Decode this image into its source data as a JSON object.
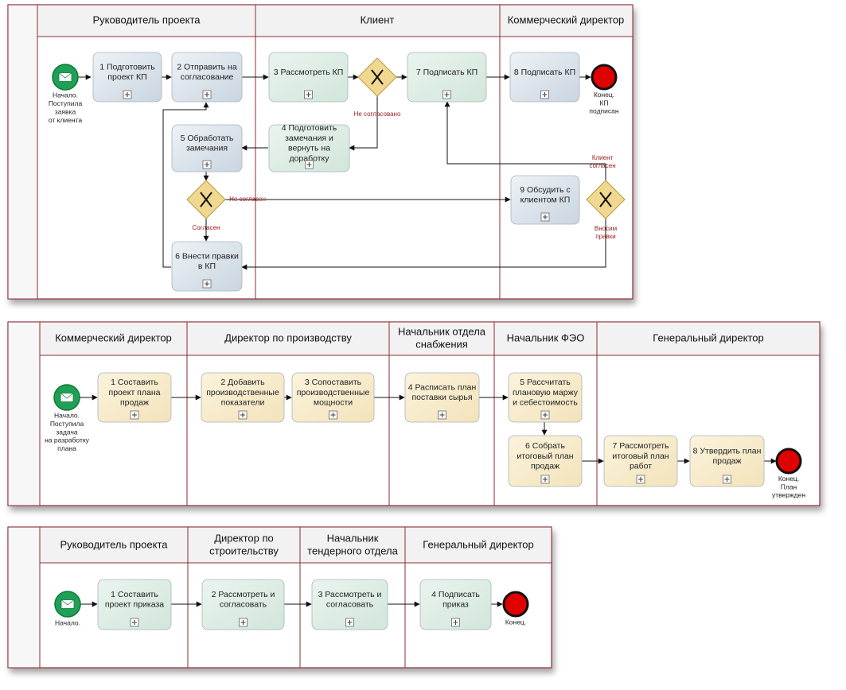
{
  "diagrams": [
    {
      "lanes": [
        "Руководитель проекта",
        "Клиент",
        "Коммерческий директор"
      ],
      "start_label": [
        "Начало.",
        "Поступила",
        "заявка",
        "от клиента"
      ],
      "end_label": [
        "Конец.",
        "КП",
        "подписан"
      ],
      "tasks": {
        "t1": [
          "1 Подготовить",
          "проект КП"
        ],
        "t2": [
          "2 Отправить на",
          "согласование"
        ],
        "t3": [
          "3 Рассмотреть КП"
        ],
        "t4": [
          "4 Подготовить",
          "замечания и",
          "вернуть на",
          "доработку"
        ],
        "t5": [
          "5 Обработать",
          "замечания"
        ],
        "t6": [
          "6 Внести правки",
          "в КП"
        ],
        "t7": [
          "7 Подписать КП"
        ],
        "t8": [
          "8 Подписать КП"
        ],
        "t9": [
          "9 Обсудить с",
          "клиентом КП"
        ]
      },
      "flow_labels": {
        "not_agreed": "Не согласовано",
        "not_agreed_m": "Не согласен",
        "agreed": "Согласен",
        "client_agreed": [
          "Клиент",
          "согласен"
        ],
        "edits": [
          "Вносим",
          "правки"
        ]
      }
    },
    {
      "lanes": [
        [
          "Коммерческий директор"
        ],
        [
          "Директор по производству"
        ],
        [
          "Начальник отдела",
          "снабжения"
        ],
        [
          "Начальник ФЭО"
        ],
        [
          "Генеральный директор"
        ]
      ],
      "start_label": [
        "Начало.",
        "Поступила",
        "задача",
        "на разработку",
        "плана"
      ],
      "end_label": [
        "Конец.",
        "План",
        "утвержден"
      ],
      "tasks": {
        "t1": [
          "1 Составить",
          "проект плана",
          "продаж"
        ],
        "t2": [
          "2 Добавить",
          "производственные",
          "показатели"
        ],
        "t3": [
          "3 Сопоставить",
          "производственные",
          "мощности"
        ],
        "t4": [
          "4 Расписать план",
          "поставки сырья"
        ],
        "t5": [
          "5 Рассчитать",
          "плановую маржу",
          "и себестоимость"
        ],
        "t6": [
          "6 Собрать",
          "итоговый план",
          "продаж"
        ],
        "t7": [
          "7 Рассмотреть",
          "итоговый план",
          "работ"
        ],
        "t8": [
          "8 Утвердить план",
          "продаж"
        ]
      }
    },
    {
      "lanes": [
        [
          "Руководитель проекта"
        ],
        [
          "Директор по",
          "строительству"
        ],
        [
          "Начальник",
          "тендерного отдела"
        ],
        [
          "Генеральный директор"
        ]
      ],
      "start_label": [
        "Начало."
      ],
      "end_label": [
        "Конец."
      ],
      "tasks": {
        "t1": [
          "1 Составить",
          "проект приказа"
        ],
        "t2": [
          "2 Рассмотреть и",
          "согласовать"
        ],
        "t3": [
          "3 Рассмотреть и",
          "согласовать"
        ],
        "t4": [
          "4 Подписать",
          "приказ"
        ]
      }
    }
  ],
  "colors": {
    "lane_border": "#8b2d34",
    "header_bg": "#f2f2f2",
    "task_blue": "#d6dfe8",
    "task_green": "#dcebe2",
    "task_yellow": "#f7ebcc",
    "gateway": "#f0d890",
    "start_event": "#1fa055",
    "end_event": "#e00000",
    "flow_label": "#9a1c1c"
  }
}
